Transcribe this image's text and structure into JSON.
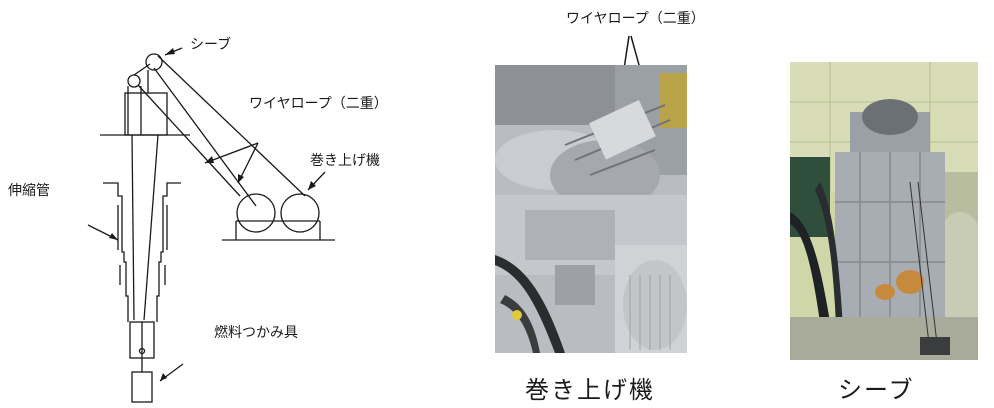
{
  "diagram": {
    "labels": {
      "sheave": "シーブ",
      "wire_rope": "ワイヤロープ（二重）",
      "hoist": "巻き上げ機",
      "telescopic_tube": "伸縮管",
      "fuel_grapple": "燃料つかみ具"
    }
  },
  "photos": {
    "top_label": "ワイヤロープ（二重）",
    "hoist_caption": "巻き上げ機",
    "sheave_caption": "シーブ"
  }
}
